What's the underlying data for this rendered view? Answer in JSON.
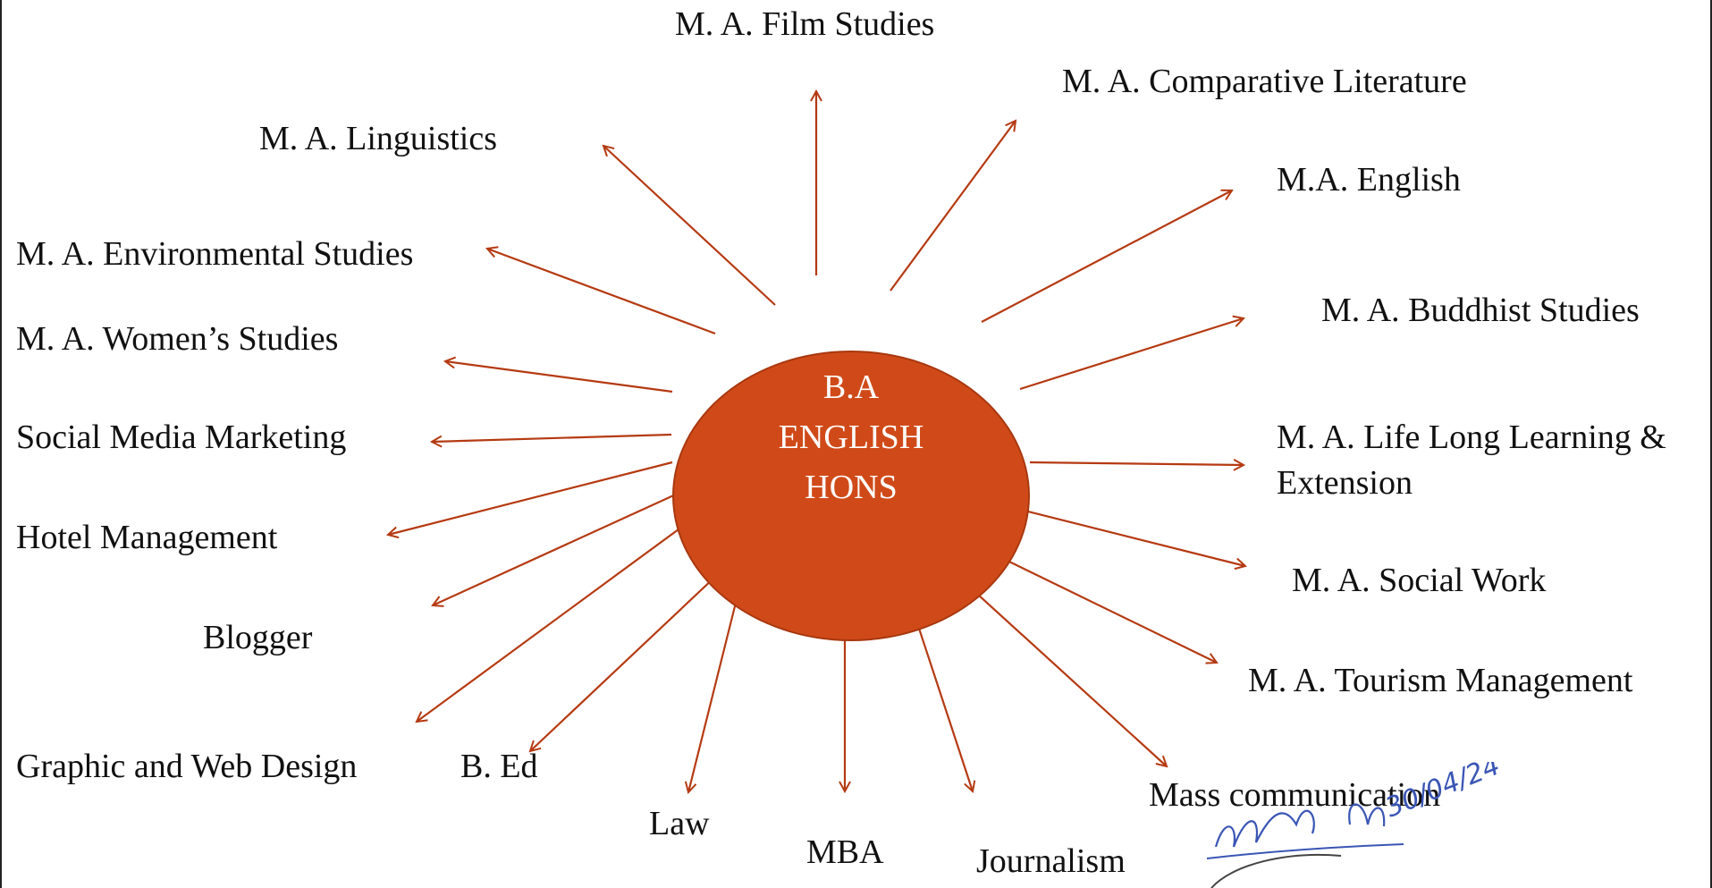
{
  "center": {
    "line1": "B.A",
    "line2": "ENGLISH",
    "line3": "HONS",
    "fill": "#d04a19"
  },
  "colors": {
    "arrow": "#b53a12",
    "text": "#111111"
  },
  "labels": {
    "film": "M. A. Film Studies",
    "comparative": "M. A.  Comparative Literature",
    "linguistics": "M. A. Linguistics",
    "english": "M.A.  English",
    "environmental": "M. A. Environmental Studies",
    "buddhist": "M. A. Buddhist Studies",
    "womens": "M. A. Women’s Studies",
    "social_media": "Social Media Marketing",
    "lifelong": "M. A. Life Long Learning & Extension",
    "hotel": "Hotel Management",
    "social_work": "M. A. Social Work",
    "blogger": "Blogger",
    "tourism": "M. A. Tourism Management",
    "graphic": "Graphic and Web Design",
    "bed": "B. Ed",
    "mass_comm": "Mass communication",
    "law": "Law",
    "mba": "MBA",
    "journalism": "Journalism"
  },
  "signature": {
    "handwriting": "30/04/24"
  }
}
